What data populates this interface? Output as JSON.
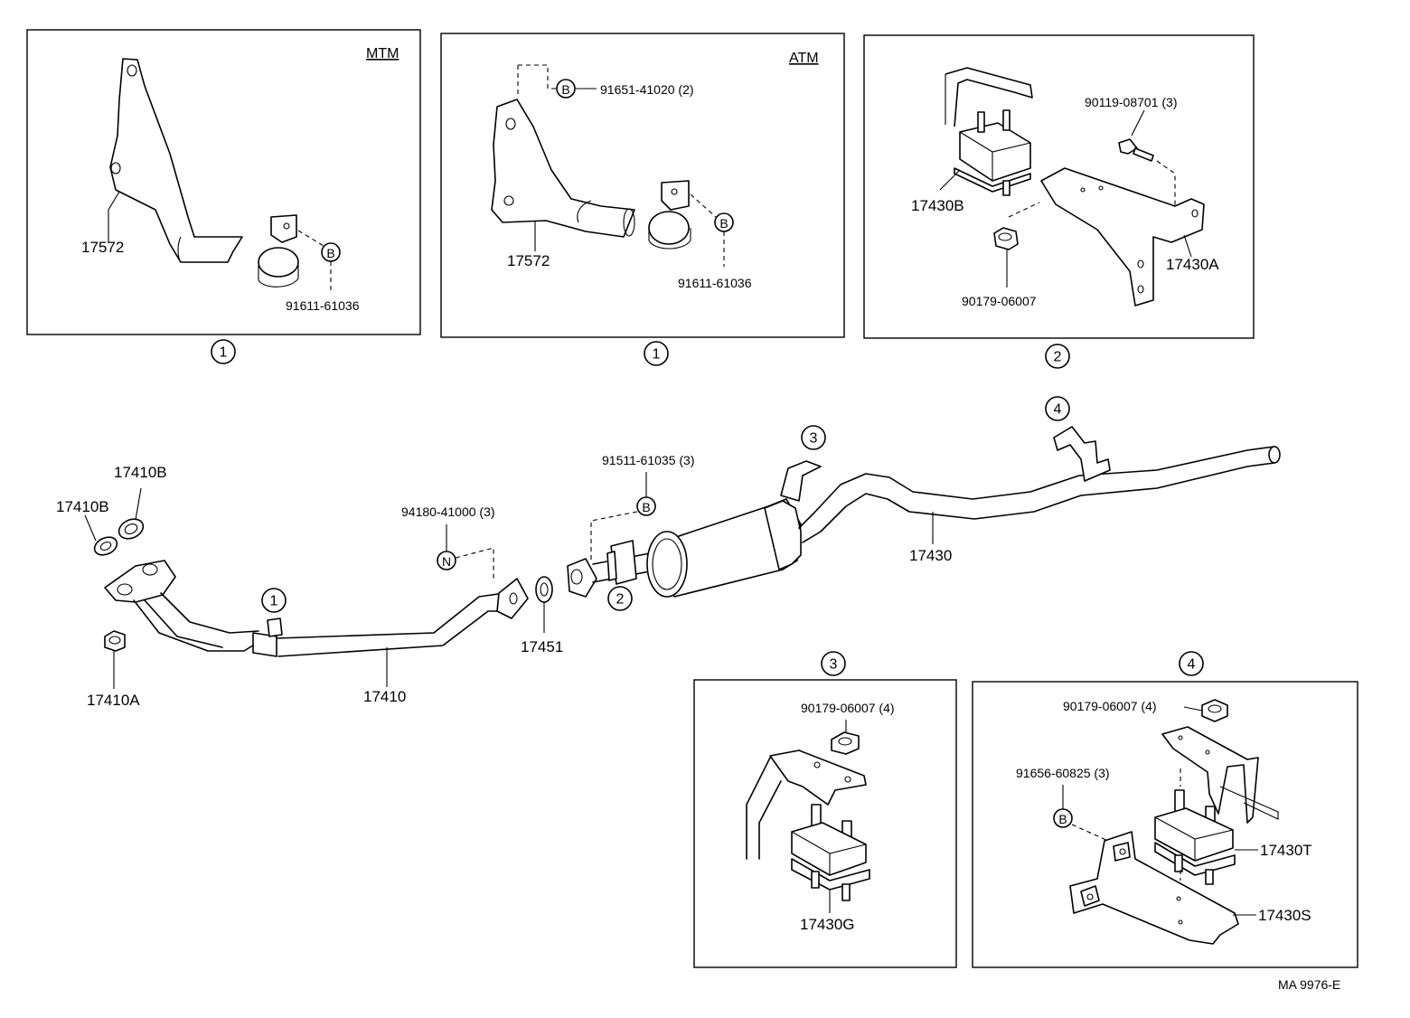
{
  "panels": {
    "mtm": {
      "header": "MTM",
      "bracket": "17572",
      "clamp_bolt": "91611-61036",
      "bolt_marker": "B",
      "view_number": "1"
    },
    "atm": {
      "header": "ATM",
      "bracket": "17572",
      "clamp_bolt": "91611-61036",
      "bolt_marker_top": "B",
      "bolt_top": "91651-41020 (2)",
      "bolt_marker": "B",
      "view_number": "1"
    },
    "hanger2": {
      "bolt": "90119-08701 (3)",
      "mount": "17430B",
      "nut": "90179-06007",
      "bracket": "17430A",
      "view_number": "2"
    },
    "hanger3": {
      "nut": "90179-06007 (4)",
      "mount": "17430G",
      "view_number": "3"
    },
    "hanger4": {
      "nut": "90179-06007 (4)",
      "bolt_marker": "B",
      "bolt": "91656-60825 (3)",
      "mount": "17430T",
      "bracket": "17430S",
      "view_number": "4"
    }
  },
  "main": {
    "gasket_1": "17410B",
    "gasket_2": "17410B",
    "nut": "17410A",
    "front_pipe": "17410",
    "bolt_marker_n": "N",
    "bolt_n": "94180-41000 (3)",
    "gasket_mid": "17451",
    "bolt_marker_b": "B",
    "bolt_b": "91511-61035 (3)",
    "tail_pipe": "17430",
    "callouts": [
      "1",
      "2",
      "3",
      "4"
    ]
  },
  "footer": {
    "code": "MA  9976-E"
  }
}
